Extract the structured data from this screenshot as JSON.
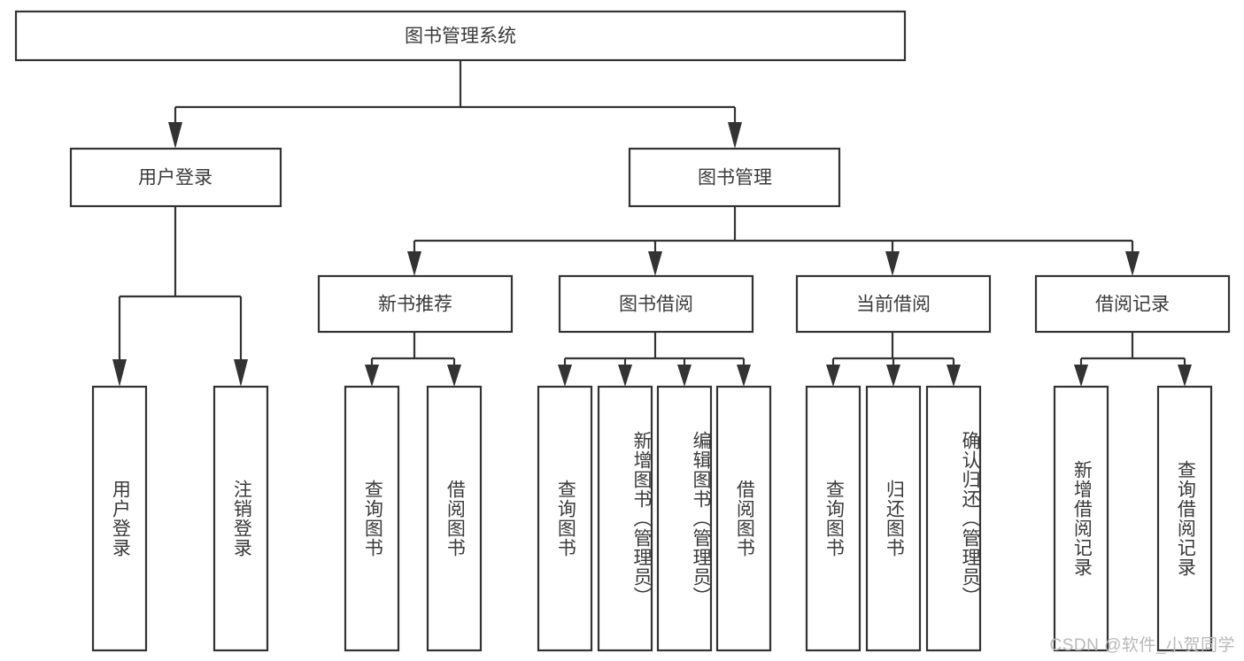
{
  "diagram": {
    "type": "tree-hierarchy",
    "title": "图书管理系统",
    "orientation": "top-down",
    "colors": {
      "box_stroke": "#333333",
      "box_fill": "#ffffff",
      "text": "#3a3a3a",
      "background": "#ffffff",
      "watermark": "#b9b9b9"
    },
    "root": {
      "label": "图书管理系统"
    },
    "level2": [
      {
        "label": "用户登录"
      },
      {
        "label": "图书管理"
      }
    ],
    "level3": [
      {
        "label": "新书推荐"
      },
      {
        "label": "图书借阅"
      },
      {
        "label": "当前借阅"
      },
      {
        "label": "借阅记录"
      }
    ],
    "leaves": {
      "user_login": [
        {
          "label": "用户登录"
        },
        {
          "label": "注销登录"
        }
      ],
      "new_book_recommend": [
        {
          "label": "查询图书"
        },
        {
          "label": "借阅图书"
        }
      ],
      "book_borrow": [
        {
          "label": "查询图书"
        },
        {
          "label": "新增图书（管理员）"
        },
        {
          "label": "编辑图书（管理员）"
        },
        {
          "label": "借阅图书"
        }
      ],
      "current_borrow": [
        {
          "label": "查询图书"
        },
        {
          "label": "归还图书"
        },
        {
          "label": "确认归还（管理员）"
        }
      ],
      "borrow_record": [
        {
          "label": "新增借阅记录"
        },
        {
          "label": "查询借阅记录"
        }
      ]
    },
    "watermark": "CSDN @软件_小贺同学"
  }
}
